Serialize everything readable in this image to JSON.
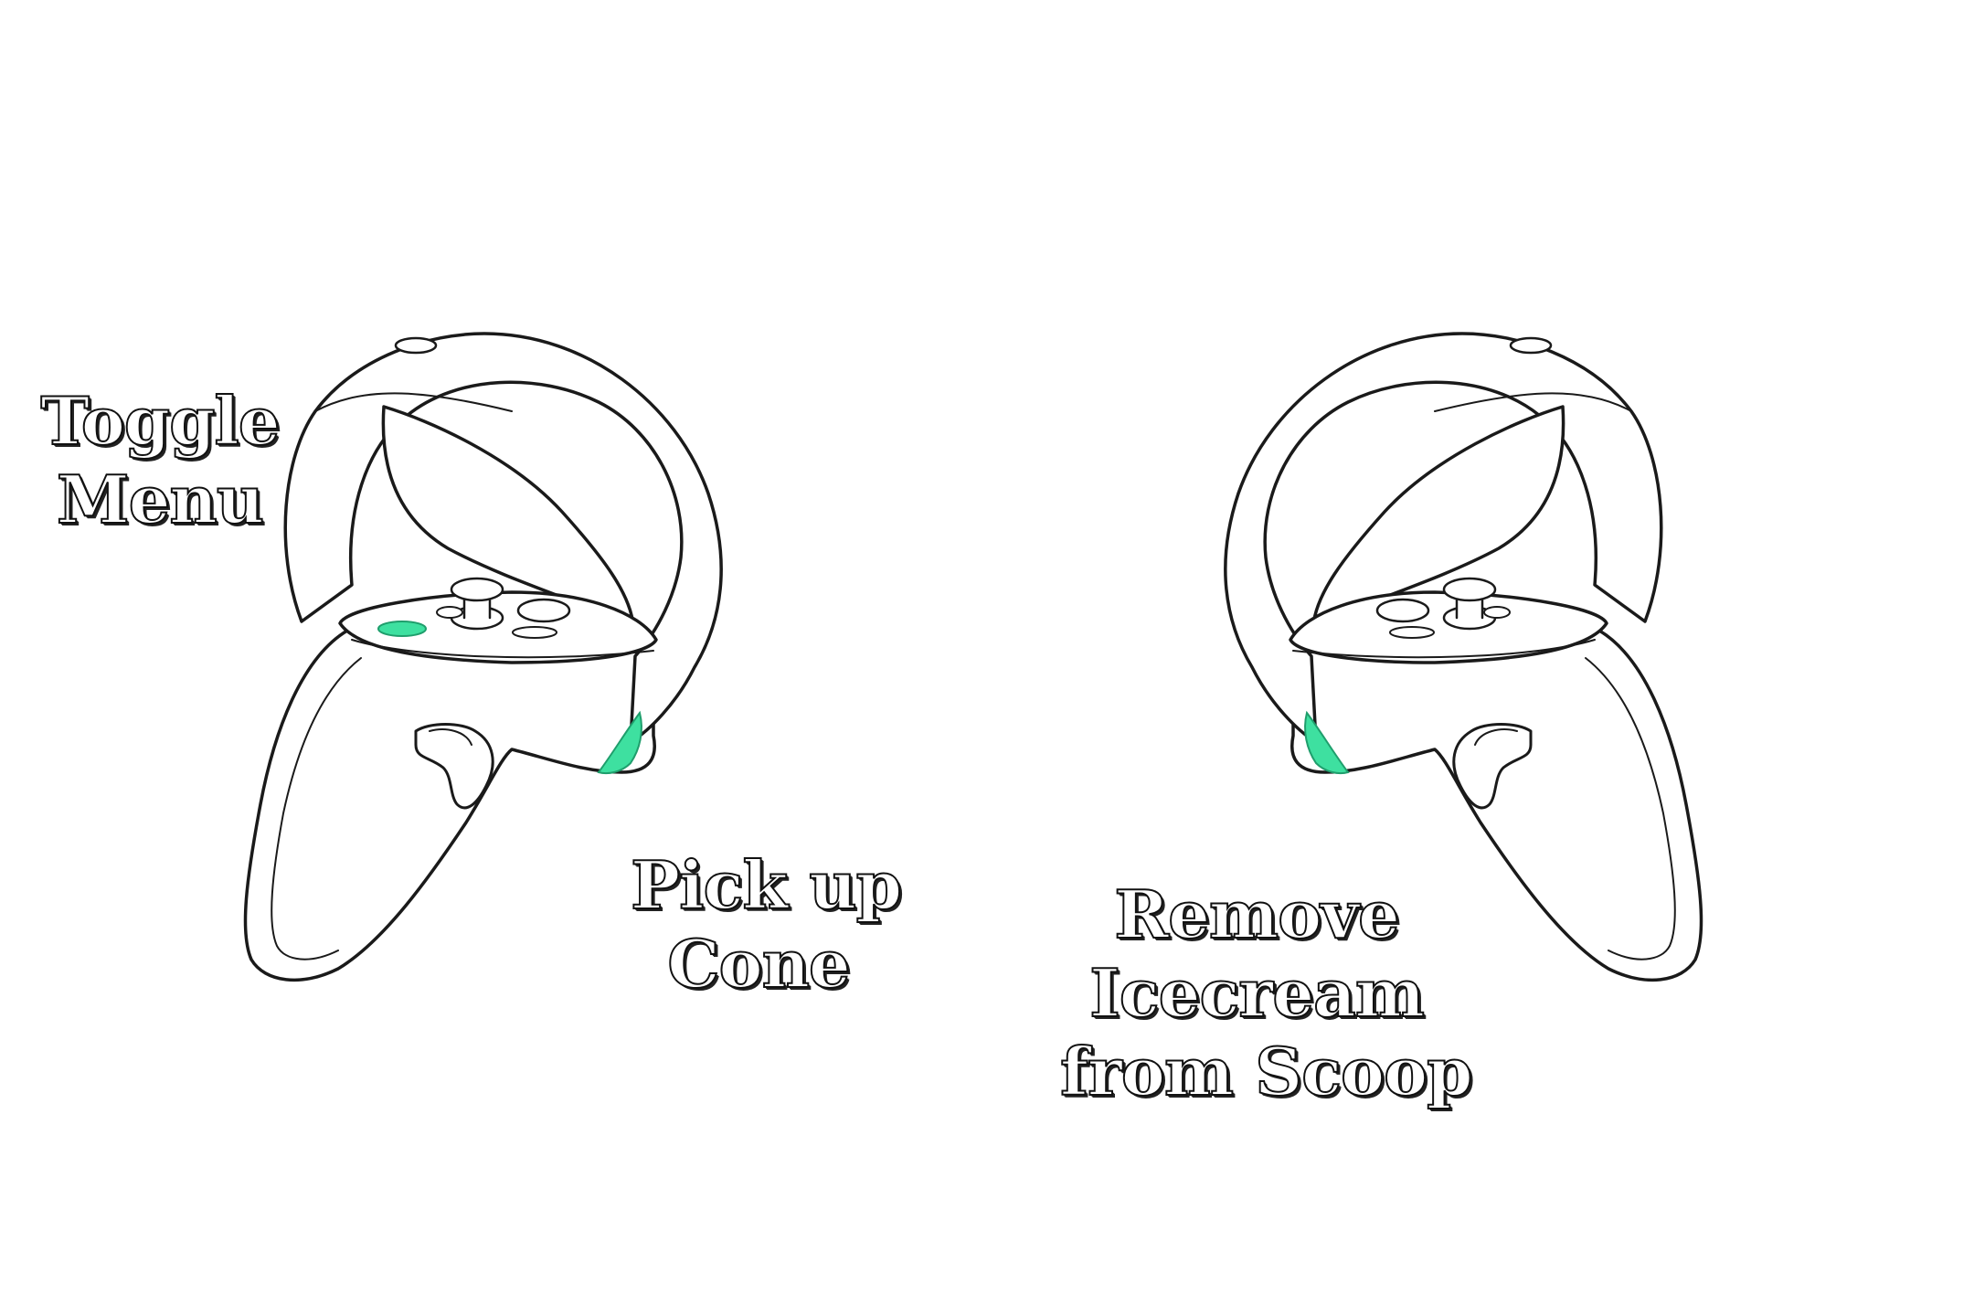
{
  "labels": {
    "toggle_menu": {
      "line1": "Toggle",
      "line2": "Menu"
    },
    "pick_up_cone": {
      "line1": "Pick up",
      "line2": "Cone"
    },
    "remove_icecream": {
      "line1": "Remove",
      "line2": "Icecream",
      "line3": "from Scoop"
    }
  },
  "colors": {
    "outline": "#1a1a1a",
    "highlight": "#3ee0a0",
    "highlight_stroke": "#1f9e6c",
    "background": "#ffffff"
  },
  "controllers": [
    {
      "side": "left",
      "highlighted_buttons": [
        "menu-button",
        "grip-button"
      ]
    },
    {
      "side": "right",
      "highlighted_buttons": [
        "grip-button"
      ]
    }
  ]
}
